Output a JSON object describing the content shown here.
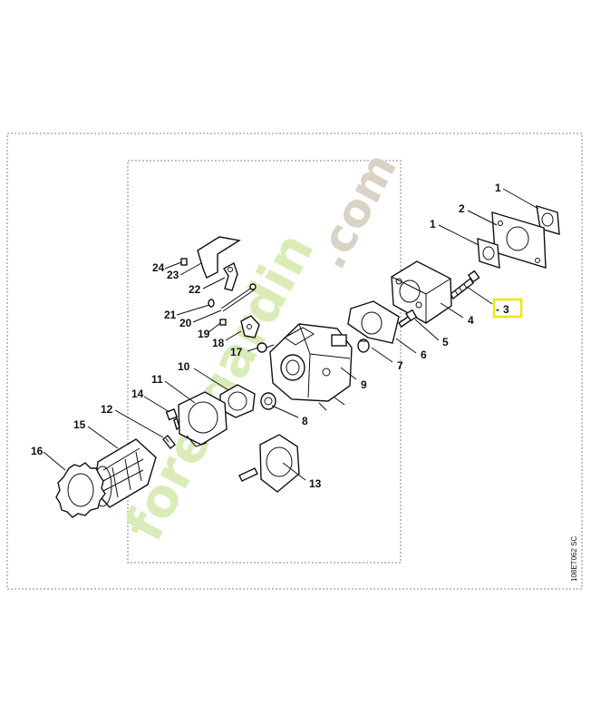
{
  "watermark": {
    "text_green": "foretgardin",
    "text_gray": ".com",
    "color_green": "#d9ecb8",
    "color_gray": "#d8d3c6"
  },
  "figure_code": "108ET062 SC",
  "highlight": {
    "label": "3",
    "color": "#f2e600"
  },
  "callouts": [
    {
      "id": "c1a",
      "label": "1"
    },
    {
      "id": "c1b",
      "label": "1"
    },
    {
      "id": "c2",
      "label": "2"
    },
    {
      "id": "c4",
      "label": "4"
    },
    {
      "id": "c5",
      "label": "5"
    },
    {
      "id": "c6",
      "label": "6"
    },
    {
      "id": "c7",
      "label": "7"
    },
    {
      "id": "c8",
      "label": "8"
    },
    {
      "id": "c9",
      "label": "9"
    },
    {
      "id": "c10",
      "label": "10"
    },
    {
      "id": "c11",
      "label": "11"
    },
    {
      "id": "c12",
      "label": "12"
    },
    {
      "id": "c13",
      "label": "13"
    },
    {
      "id": "c14",
      "label": "14"
    },
    {
      "id": "c15",
      "label": "15"
    },
    {
      "id": "c16",
      "label": "16"
    },
    {
      "id": "c17",
      "label": "17"
    },
    {
      "id": "c18",
      "label": "18"
    },
    {
      "id": "c19",
      "label": "19"
    },
    {
      "id": "c20",
      "label": "20"
    },
    {
      "id": "c21",
      "label": "21"
    },
    {
      "id": "c22",
      "label": "22"
    },
    {
      "id": "c23",
      "label": "23"
    },
    {
      "id": "c24",
      "label": "24"
    }
  ]
}
